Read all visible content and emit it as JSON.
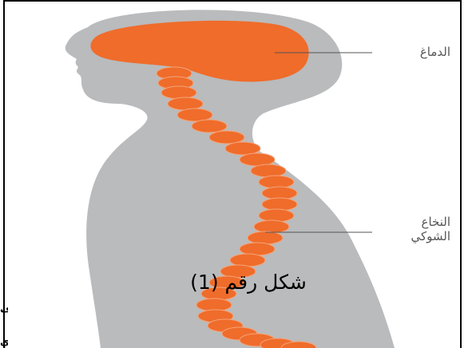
{
  "figure": {
    "labels": {
      "brain": "الدماغ",
      "spinal_cord_line1": "النخاع",
      "spinal_cord_line2": "الشوكي"
    },
    "caption": "شكل رقم (1)"
  },
  "edge_fragments": {
    "top": "ف",
    "bottom": "ي"
  },
  "colors": {
    "body_gray": "#b9bbbd",
    "organ_orange": "#ef6c2b",
    "leader_line": "#555555",
    "frame": "#000000"
  }
}
